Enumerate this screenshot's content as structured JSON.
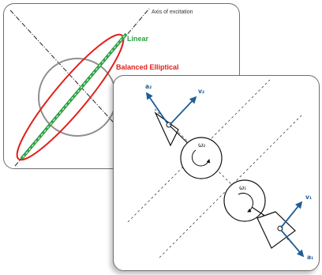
{
  "diagram_left": {
    "axis_label": "Axis of excitation",
    "linear_label": "Linear",
    "elliptical_label": "Balanced Elliptical"
  },
  "diagram_right": {
    "a2": "a₂",
    "v2": "v₂",
    "omega2": "ω₂",
    "omega1": "ω₁",
    "v1": "v₁",
    "a1": "a₁"
  },
  "colors": {
    "linear": "#2ea043",
    "elliptical": "#e0201c",
    "vector": "#1f5d97"
  }
}
